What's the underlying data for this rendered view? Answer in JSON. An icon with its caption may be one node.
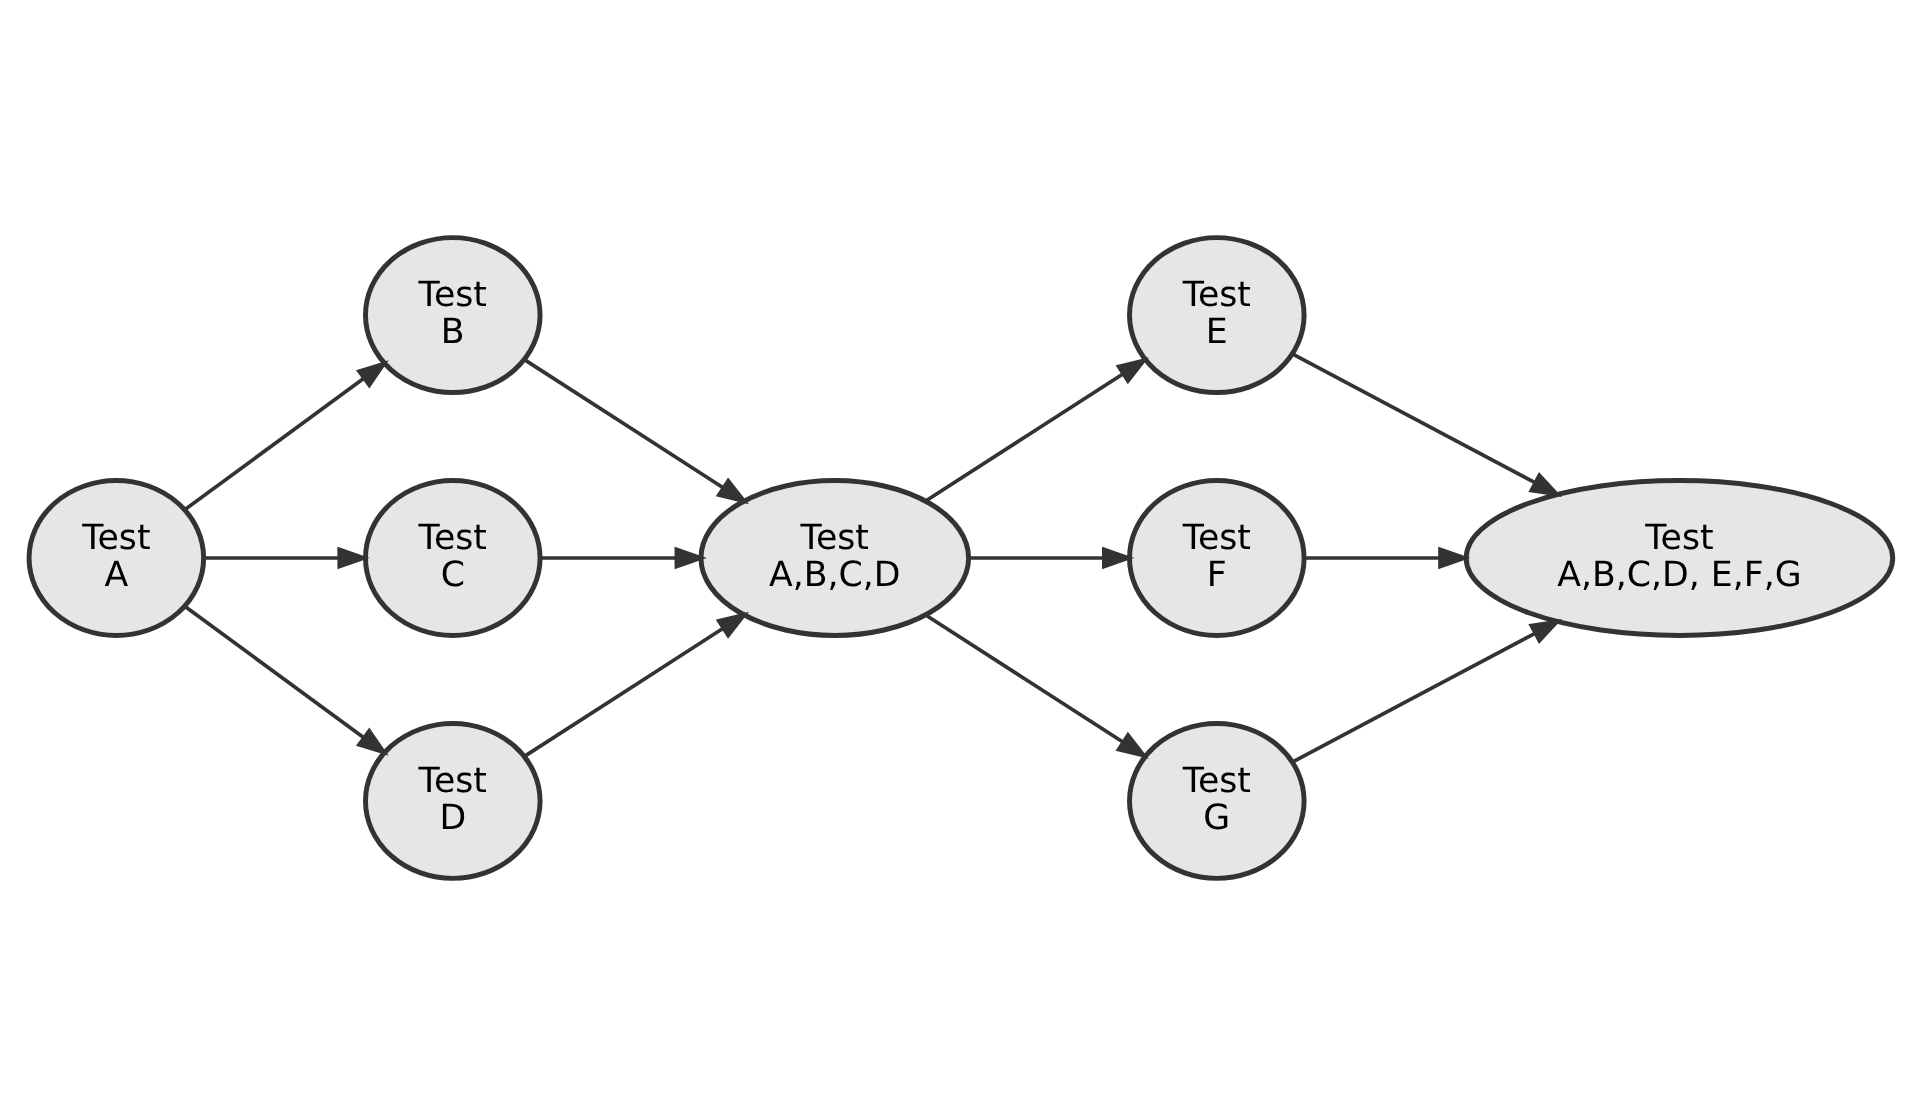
{
  "diagram": {
    "nodes": [
      {
        "text": [
          "Test",
          "A"
        ]
      },
      {
        "text": [
          "Test",
          "B"
        ]
      },
      {
        "text": [
          "Test",
          "C"
        ]
      },
      {
        "text": [
          "Test",
          "D"
        ]
      },
      {
        "text": [
          "Test",
          "A,B,C,D"
        ]
      },
      {
        "text": [
          "Test",
          "E"
        ]
      },
      {
        "text": [
          "Test",
          "F"
        ]
      },
      {
        "text": [
          "Test",
          "G"
        ]
      },
      {
        "text": [
          "Test",
          "A,B,C,D, E,F,G"
        ]
      }
    ],
    "edges": [
      {
        "from": 0,
        "to": 1,
        "arrow": "to"
      },
      {
        "from": 0,
        "to": 2,
        "arrow": "to"
      },
      {
        "from": 0,
        "to": 3,
        "arrow": "to"
      },
      {
        "from": 1,
        "to": 4,
        "arrow": "to"
      },
      {
        "from": 2,
        "to": 4,
        "arrow": "to"
      },
      {
        "from": 3,
        "to": 4,
        "arrow": "to"
      },
      {
        "from": 4,
        "to": 5,
        "arrow": "to"
      },
      {
        "from": 4,
        "to": 6,
        "arrow": "to"
      },
      {
        "from": 4,
        "to": 7,
        "arrow": "to"
      },
      {
        "from": 5,
        "to": 8,
        "arrow": "to"
      },
      {
        "from": 6,
        "to": 8,
        "arrow": "to"
      },
      {
        "from": 7,
        "to": 8,
        "arrow": "to"
      }
    ]
  }
}
